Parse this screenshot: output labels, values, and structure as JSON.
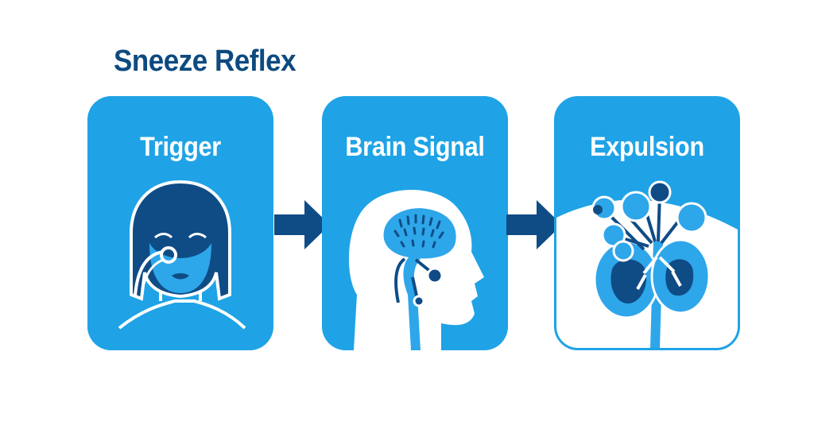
{
  "title": "Sneeze Reflex",
  "steps": [
    {
      "label": "Trigger",
      "icon": "face-nose-irritation-icon"
    },
    {
      "label": "Brain Signal",
      "icon": "head-brain-nerve-icon"
    },
    {
      "label": "Expulsion",
      "icon": "lungs-expulsion-icon"
    }
  ],
  "colors": {
    "title": "#0d4a80",
    "panel": "#1fa3e6",
    "dark": "#0f4c86",
    "light": "#ffffff",
    "mid": "#2ea6ea"
  }
}
